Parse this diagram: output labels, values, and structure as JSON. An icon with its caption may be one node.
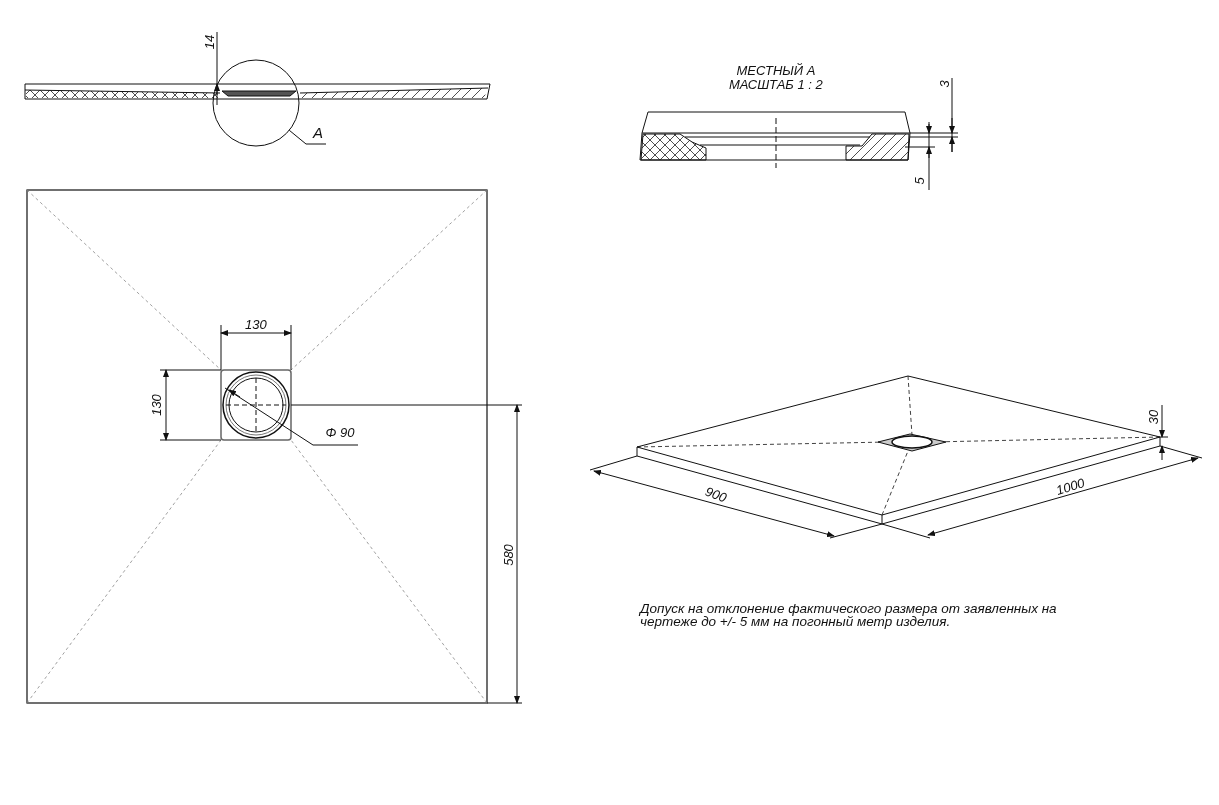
{
  "diagram": {
    "nodes": [
      {
        "text": [
          "A"
        ]
      },
      {
        "text": [],
        "shape": "circle"
      }
    ],
    "edges": [
      {
        "from": 0,
        "to": 1,
        "arrow": "none"
      }
    ],
    "labels": [
      "14",
      "МЕСТНЫЙ А",
      "МАСШТАБ 1 : 2",
      "3",
      "5",
      "130",
      "130",
      "Φ 90",
      "580",
      "30",
      "900",
      "1000",
      "Допуск на отклонение фактического размера от заявленных на чертеже до +/- 5 мм на погонный метр изделия."
    ]
  }
}
